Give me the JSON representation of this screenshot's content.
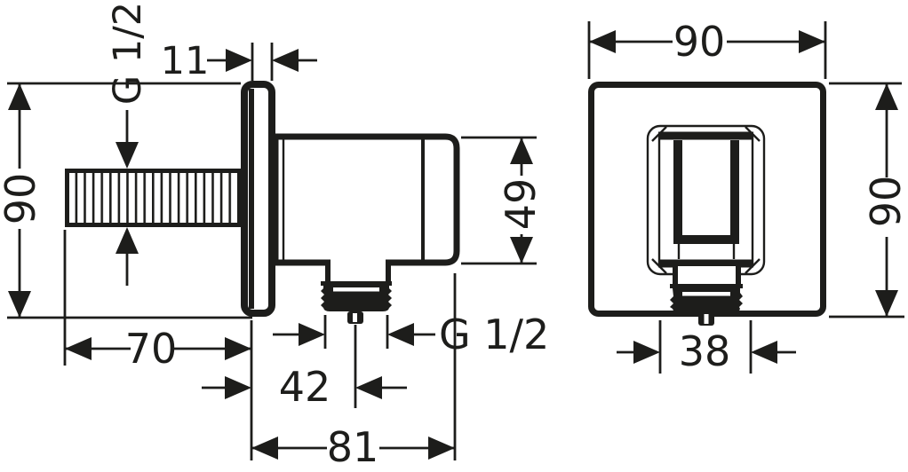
{
  "drawing": {
    "type": "technical-dimension-drawing",
    "product": "wall outlet with shower holder",
    "colors": {
      "ink": "#1d1d1b",
      "background": "#ffffff"
    },
    "views": {
      "side": {
        "name": "side-view",
        "labels": {
          "inlet_thread": "G 1/2",
          "plate_thickness": "11",
          "height": "90",
          "inlet_length": "70",
          "body_height": "49",
          "outlet_offset": "42",
          "depth": "81",
          "outlet_thread": "G 1/2"
        }
      },
      "front": {
        "name": "front-view",
        "labels": {
          "width": "90",
          "height": "90",
          "holder_width": "38"
        }
      }
    }
  }
}
